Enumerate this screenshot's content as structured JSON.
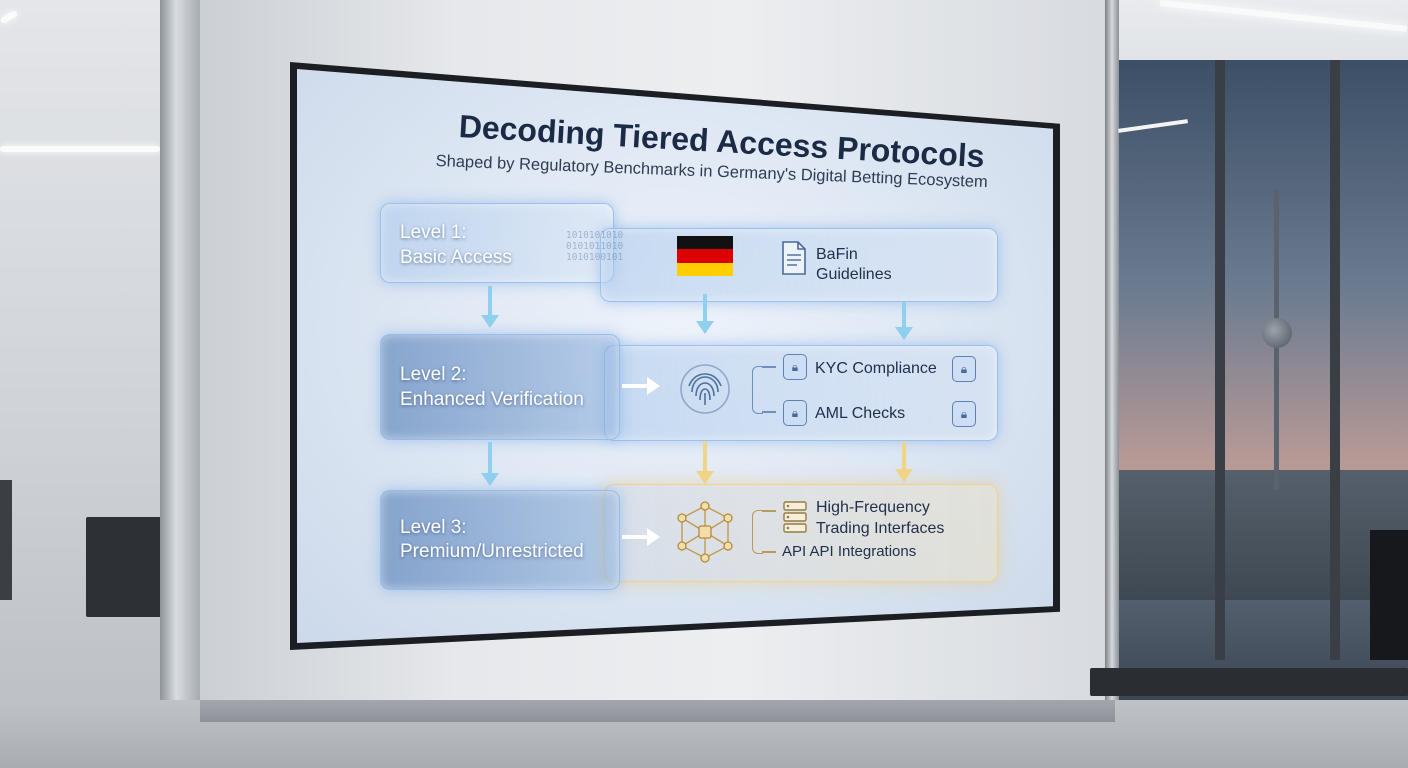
{
  "diagram": {
    "title": "Decoding Tiered Access Protocols",
    "subtitle": "Shaped by Regulatory Benchmarks in Germany's Digital Betting Ecosystem",
    "levels": [
      {
        "line1": "Level 1:",
        "line2": "Basic Access"
      },
      {
        "line1": "Level 2:",
        "line2": "Enhanced Verification"
      },
      {
        "line1": "Level 3:",
        "line2": "Premium/Unrestricted"
      }
    ],
    "level1_panel": {
      "doc_line1": "BaFin",
      "doc_line2": "Guidelines"
    },
    "level2_panel": {
      "item1": "KYC Compliance",
      "item2": "AML Checks"
    },
    "level3_panel": {
      "item1_line1": "High-Frequency",
      "item1_line2": "Trading Interfaces",
      "item2": "API API Integrations"
    },
    "binary_text": "1010101010\n0101011010\n1010100101",
    "flag_colors": [
      "#111111",
      "#dd0000",
      "#ffce00"
    ],
    "icons": [
      "flag-germany-icon",
      "document-icon",
      "fingerprint-icon",
      "lock-icon",
      "network-icon",
      "server-icon"
    ],
    "colors": {
      "arrow_blue": "#8fd0ee",
      "arrow_yellow": "#f1d587",
      "title": "#1b2a45"
    }
  }
}
